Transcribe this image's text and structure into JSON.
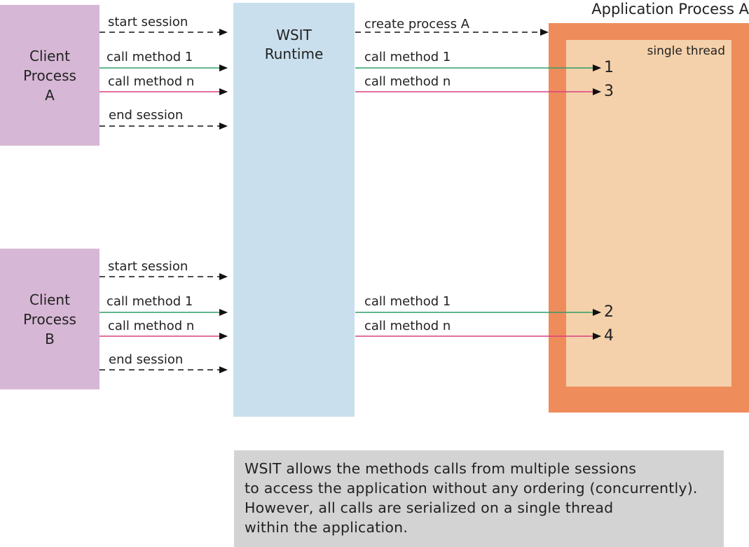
{
  "clients": [
    {
      "id": "client-a",
      "label": "Client\nProcess\nA"
    },
    {
      "id": "client-b",
      "label": "Client\nProcess\nB"
    }
  ],
  "runtime": {
    "label": "WSIT\nRuntime"
  },
  "application": {
    "title": "Application Process A",
    "thread_label": "single thread"
  },
  "messages": {
    "start_session": "start session",
    "call_method_1": "call method 1",
    "call_method_n": "call method n",
    "end_session": "end session",
    "create_process": "create process A"
  },
  "order_numbers": [
    "1",
    "3",
    "2",
    "4"
  ],
  "note": {
    "lines": [
      "WSIT allows the methods calls from multiple sessions",
      "to access the application without any ordering (concurrently).",
      "However, all calls are serialized on a single thread",
      "within the application."
    ]
  },
  "colors": {
    "client": "#d7b7d6",
    "runtime": "#c9dfee",
    "app_outer": "#ef8c5b",
    "app_inner": "#f4d1ab",
    "green_call": "#2e9e6a",
    "magenta_call": "#d9407f",
    "dashed": "#111111",
    "note_bg": "#d3d3d3"
  }
}
